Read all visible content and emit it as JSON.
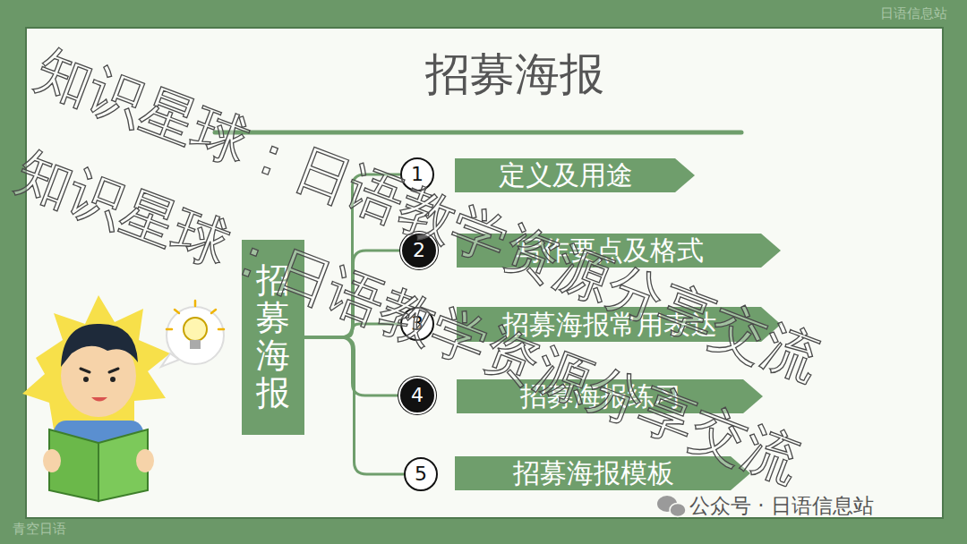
{
  "diagram": {
    "title": "招募海报",
    "nodes": [
      {
        "text": [
          "招募海报"
        ]
      },
      {
        "text": [
          "1"
        ]
      },
      {
        "text": [
          "定义及用途"
        ]
      },
      {
        "text": [
          "2"
        ]
      },
      {
        "text": [
          "写作要点及格式"
        ]
      },
      {
        "text": [
          "3"
        ]
      },
      {
        "text": [
          "招募海报常用表达"
        ]
      },
      {
        "text": [
          "4"
        ]
      },
      {
        "text": [
          "招募海报练习"
        ]
      },
      {
        "text": [
          "5"
        ]
      },
      {
        "text": [
          "招募海报模板"
        ]
      }
    ],
    "edges": [
      {
        "from": 0,
        "to": 1,
        "arrow": "none"
      },
      {
        "from": 0,
        "to": 3,
        "arrow": "none"
      },
      {
        "from": 0,
        "to": 5,
        "arrow": "none"
      },
      {
        "from": 0,
        "to": 7,
        "arrow": "none"
      },
      {
        "from": 0,
        "to": 9,
        "arrow": "none"
      }
    ],
    "labels": [
      "知识星球：日语教学资源分享交流",
      "知识星球：日语教学资源分享交流",
      "日语信息站",
      "青空日语",
      "公众号 · 日语信息站"
    ]
  }
}
